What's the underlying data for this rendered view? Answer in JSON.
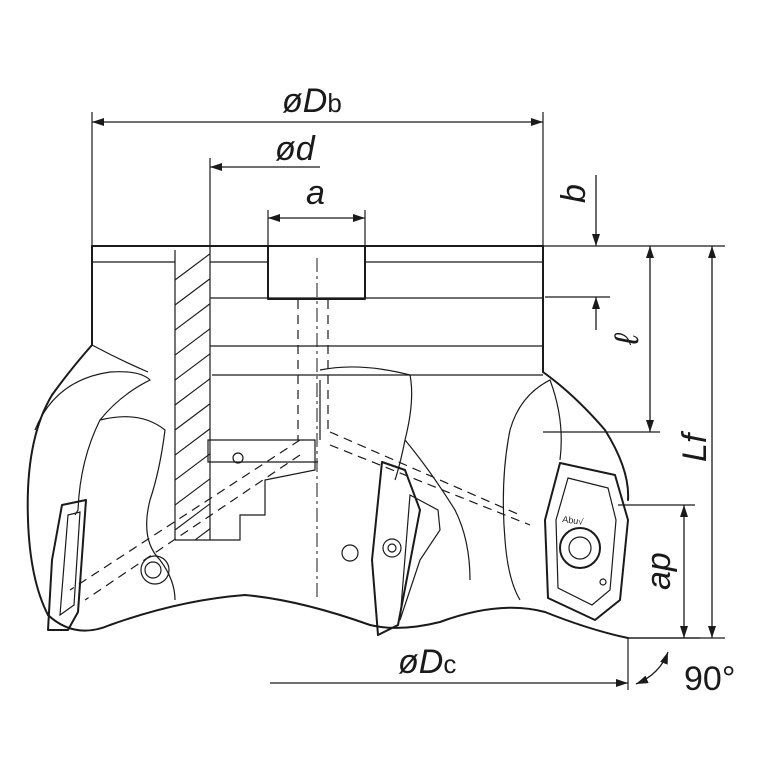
{
  "labels": {
    "Db": {
      "prefix": "ø",
      "main": "D",
      "sub": "b"
    },
    "d": {
      "prefix": "ø",
      "main": "d"
    },
    "a": "a",
    "b": "b",
    "l": "ℓ",
    "Lf": "Lf",
    "ap": "ap",
    "Dc": {
      "prefix": "ø",
      "main": "D",
      "sub": "c"
    },
    "angle": "90°",
    "insert_mark": "Abu√"
  },
  "colors": {
    "ink": "#1a1a1a",
    "background": "#ffffff"
  }
}
